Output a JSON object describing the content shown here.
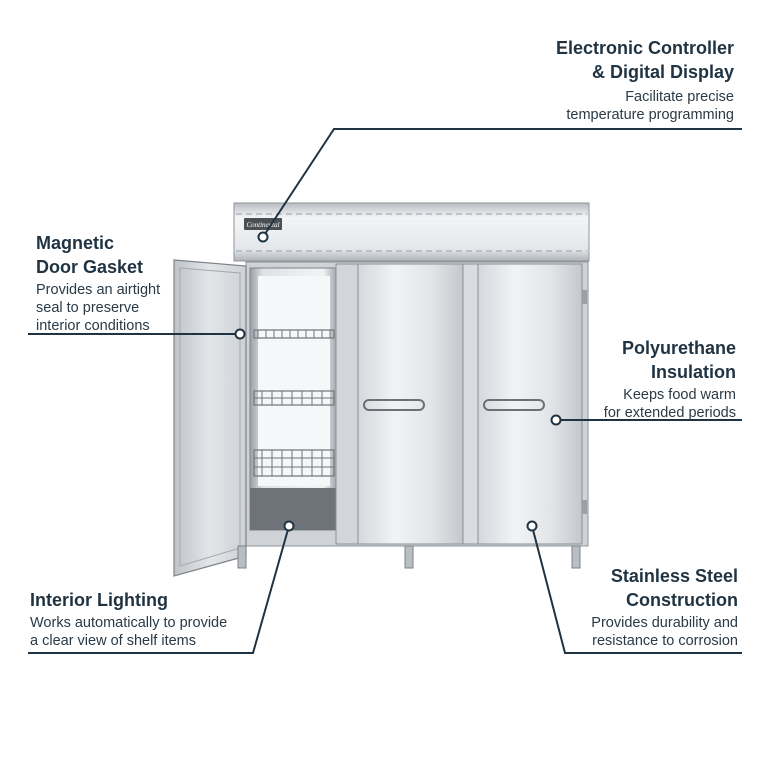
{
  "product": {
    "brand_plate": "Continental"
  },
  "callouts": [
    {
      "key": "controller",
      "title_lines": [
        "Electronic Controller",
        "& Digital Display"
      ],
      "desc_lines": [
        "Facilitate precise",
        "temperature programming"
      ]
    },
    {
      "key": "gasket",
      "title_lines": [
        "Magnetic",
        "Door Gasket"
      ],
      "desc_lines": [
        "Provides an airtight",
        "seal to preserve",
        "interior conditions"
      ]
    },
    {
      "key": "insulation",
      "title_lines": [
        "Polyurethane",
        "Insulation"
      ],
      "desc_lines": [
        "Keeps food warm",
        "for extended periods"
      ]
    },
    {
      "key": "lighting",
      "title_lines": [
        "Interior Lighting"
      ],
      "desc_lines": [
        "Works automatically to provide",
        "a clear view of shelf items"
      ]
    },
    {
      "key": "steel",
      "title_lines": [
        "Stainless Steel",
        "Construction"
      ],
      "desc_lines": [
        "Provides durability and",
        "resistance to corrosion"
      ]
    }
  ],
  "colors": {
    "text": "#1f3342",
    "leader": "#1f3342",
    "steel_light": "#eef0f2",
    "steel_mid": "#c9cdd1",
    "steel_dark": "#8e9499"
  }
}
